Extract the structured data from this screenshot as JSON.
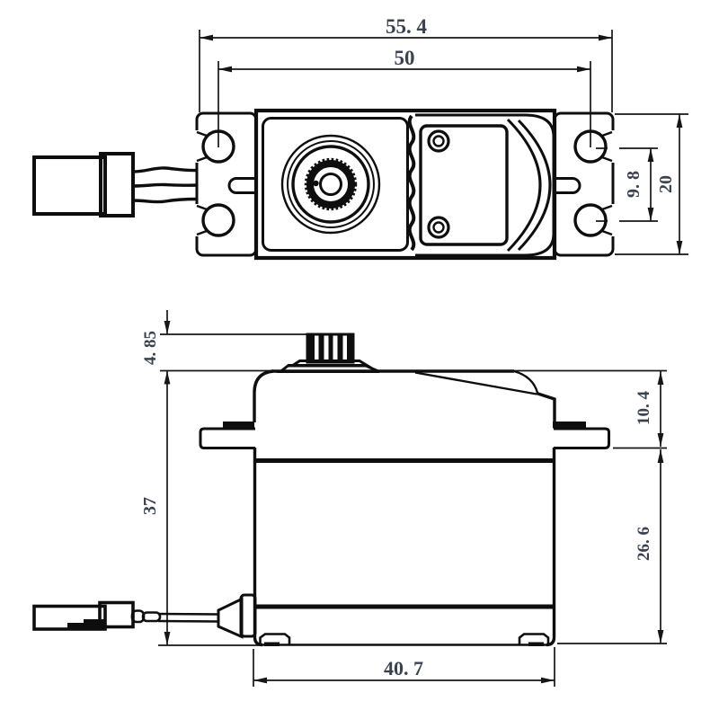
{
  "drawing": {
    "subject": "servo-motor-two-view-dimension-drawing",
    "views": {
      "top": {
        "dims": {
          "overall_width": "55. 4",
          "mounting_hole_span": "50",
          "hole_vertical_pitch": "9. 8",
          "body_depth": "20"
        }
      },
      "side": {
        "dims": {
          "spline_height": "4. 85",
          "total_height": "37",
          "upper_section_height": "10. 4",
          "lower_section_height": "26. 6",
          "body_length": "40. 7"
        }
      }
    }
  }
}
